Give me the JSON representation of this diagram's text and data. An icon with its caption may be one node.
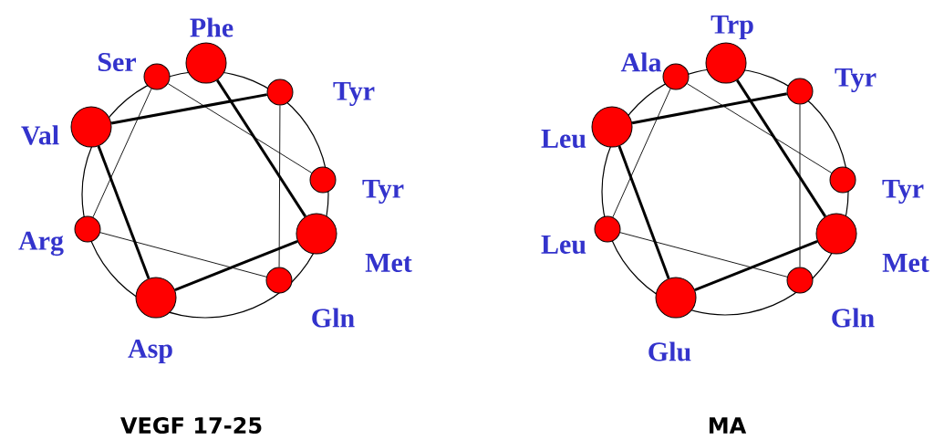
{
  "diagram": {
    "nodes": [
      {
        "text": [],
        "shape": "circle",
        "beside": [
          "Phe"
        ]
      },
      {
        "text": [],
        "shape": "circle",
        "beside": [
          "Ser"
        ]
      },
      {
        "text": [],
        "shape": "circle",
        "beside": [
          "Tyr"
        ]
      },
      {
        "text": [],
        "shape": "circle",
        "beside": [
          "Val"
        ]
      },
      {
        "text": [],
        "shape": "circle",
        "beside": [
          "Tyr"
        ]
      },
      {
        "text": [],
        "shape": "circle",
        "beside": [
          "Arg"
        ]
      },
      {
        "text": [],
        "shape": "circle",
        "beside": [
          "Met"
        ]
      },
      {
        "text": [],
        "shape": "circle",
        "beside": [
          "Gln"
        ]
      },
      {
        "text": [],
        "shape": "circle",
        "beside": [
          "Asp"
        ]
      },
      {
        "text": [],
        "shape": "circle",
        "beside": [
          "Trp"
        ]
      },
      {
        "text": [],
        "shape": "circle",
        "beside": [
          "Ala"
        ]
      },
      {
        "text": [],
        "shape": "circle",
        "beside": [
          "Tyr"
        ]
      },
      {
        "text": [],
        "shape": "circle",
        "beside": [
          "Leu"
        ]
      },
      {
        "text": [],
        "shape": "circle",
        "beside": [
          "Tyr"
        ]
      },
      {
        "text": [],
        "shape": "circle",
        "beside": [
          "Leu"
        ]
      },
      {
        "text": [],
        "shape": "circle",
        "beside": [
          "Met"
        ]
      },
      {
        "text": [],
        "shape": "circle",
        "beside": [
          "Gln"
        ]
      },
      {
        "text": [],
        "shape": "circle",
        "beside": [
          "Glu"
        ]
      }
    ],
    "edges": [
      {
        "from": 0,
        "to": 6,
        "arrow": "none",
        "style": "thick"
      },
      {
        "from": 6,
        "to": 8,
        "arrow": "none",
        "style": "thick"
      },
      {
        "from": 8,
        "to": 3,
        "arrow": "none",
        "style": "thick"
      },
      {
        "from": 3,
        "to": 2,
        "arrow": "none",
        "style": "thick"
      },
      {
        "from": 2,
        "to": 7,
        "arrow": "none"
      },
      {
        "from": 7,
        "to": 5,
        "arrow": "none"
      },
      {
        "from": 5,
        "to": 1,
        "arrow": "none"
      },
      {
        "from": 1,
        "to": 4,
        "arrow": "none"
      },
      {
        "from": 9,
        "to": 15,
        "arrow": "none",
        "style": "thick"
      },
      {
        "from": 15,
        "to": 17,
        "arrow": "none",
        "style": "thick"
      },
      {
        "from": 17,
        "to": 12,
        "arrow": "none",
        "style": "thick"
      },
      {
        "from": 12,
        "to": 11,
        "arrow": "none",
        "style": "thick"
      },
      {
        "from": 11,
        "to": 16,
        "arrow": "none"
      },
      {
        "from": 16,
        "to": 14,
        "arrow": "none"
      },
      {
        "from": 14,
        "to": 10,
        "arrow": "none"
      },
      {
        "from": 10,
        "to": 13,
        "arrow": "none"
      }
    ],
    "labels": [
      "VEGF 17-25",
      "MA"
    ]
  }
}
